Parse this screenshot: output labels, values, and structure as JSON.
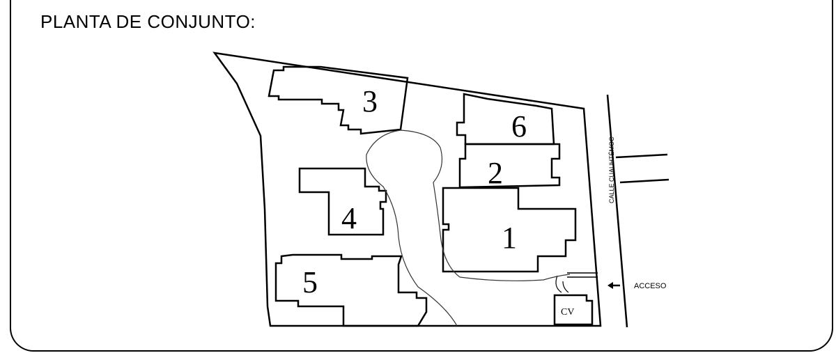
{
  "title": "PLANTA DE CONJUNTO:",
  "buildings": {
    "b1": "1",
    "b2": "2",
    "b3": "3",
    "b4": "4",
    "b5": "5",
    "b6": "6",
    "cv": "CV"
  },
  "street_label": "CALLE CUAUHTÉMOC",
  "access_label": "ACCESO"
}
